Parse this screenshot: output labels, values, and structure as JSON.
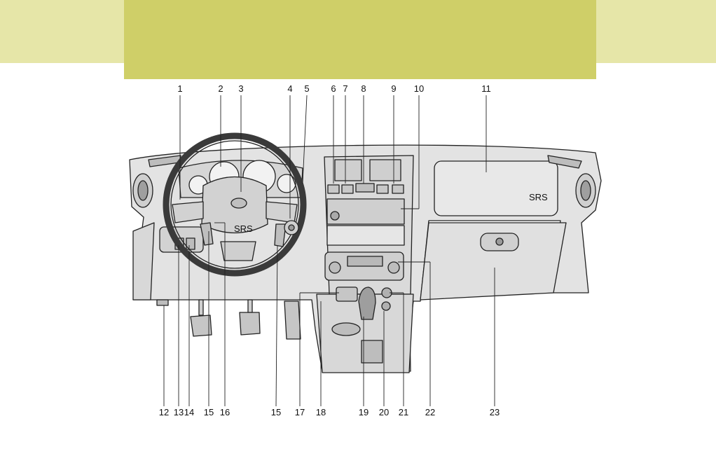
{
  "colors": {
    "header_band": "#cfcf68",
    "side_band": "#e6e6a8",
    "panel_fill": "#e3e3e3",
    "line": "#222222"
  },
  "diagram": {
    "top_callouts": [
      "1",
      "2",
      "3",
      "4",
      "5",
      "6",
      "7",
      "8",
      "9",
      "10",
      "11"
    ],
    "bottom_callouts": [
      "12",
      "13",
      "14",
      "15",
      "16",
      "15",
      "17",
      "18",
      "19",
      "20",
      "21",
      "22",
      "23"
    ],
    "airbag_label_wheel": "SRS",
    "airbag_label_passenger": "SRS"
  }
}
